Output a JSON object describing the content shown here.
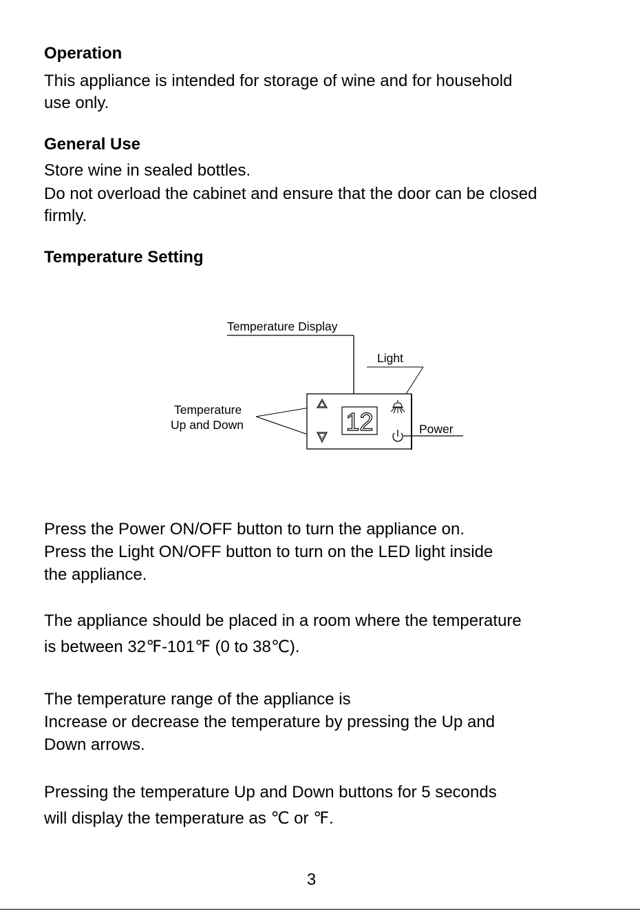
{
  "operation": {
    "heading": "Operation",
    "line1": "This appliance is intended for storage of wine and for household",
    "line2": "use only."
  },
  "general_use": {
    "heading": "General Use",
    "line1": "Store wine in sealed bottles.",
    "line2": "Do not overload the cabinet and ensure that the door can be closed",
    "line3": "firmly."
  },
  "temperature_setting": {
    "heading": "Temperature Setting",
    "diagram": {
      "label_display": "Temperature Display",
      "label_light": "Light",
      "label_updown_1": "Temperature",
      "label_updown_2": "Up and Down",
      "label_power": "Power",
      "display_value": "12"
    }
  },
  "instructions": {
    "p1_line1": "Press the Power ON/OFF button to turn the appliance on.",
    "p1_line2": "Press the Light ON/OFF button to turn on the LED light inside",
    "p1_line3": "the appliance.",
    "p2_line1": "The appliance should be placed in a room where the temperature",
    "p2_line2": "is between 32℉-101℉ (0 to 38℃).",
    "p3_line1": "The temperature range of the appliance is",
    "p3_line2": "Increase or decrease the temperature by pressing the Up and",
    "p3_line3": "Down arrows.",
    "p4_line1": "Pressing the temperature Up and Down buttons for 5 seconds",
    "p4_line2": "will display the temperature as ℃ or ℉."
  },
  "page_number": "3"
}
